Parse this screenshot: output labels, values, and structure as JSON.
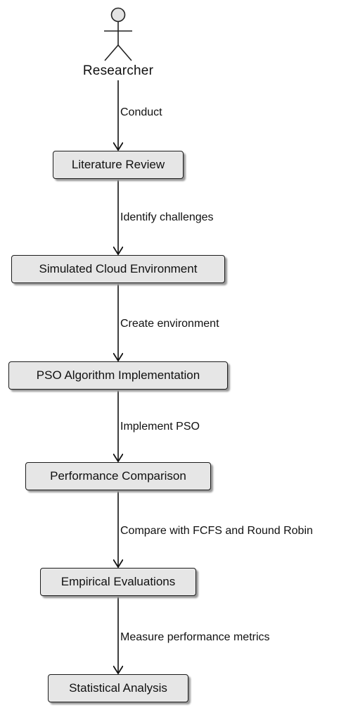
{
  "actor": {
    "label": "Researcher"
  },
  "nodes": [
    {
      "label": "Literature Review"
    },
    {
      "label": "Simulated Cloud Environment"
    },
    {
      "label": "PSO Algorithm Implementation"
    },
    {
      "label": "Performance Comparison"
    },
    {
      "label": "Empirical Evaluations"
    },
    {
      "label": "Statistical Analysis"
    }
  ],
  "edges": [
    {
      "label": "Conduct"
    },
    {
      "label": "Identify challenges"
    },
    {
      "label": "Create environment"
    },
    {
      "label": "Implement PSO"
    },
    {
      "label": "Compare with FCFS and Round Robin"
    },
    {
      "label": "Measure performance metrics"
    }
  ]
}
